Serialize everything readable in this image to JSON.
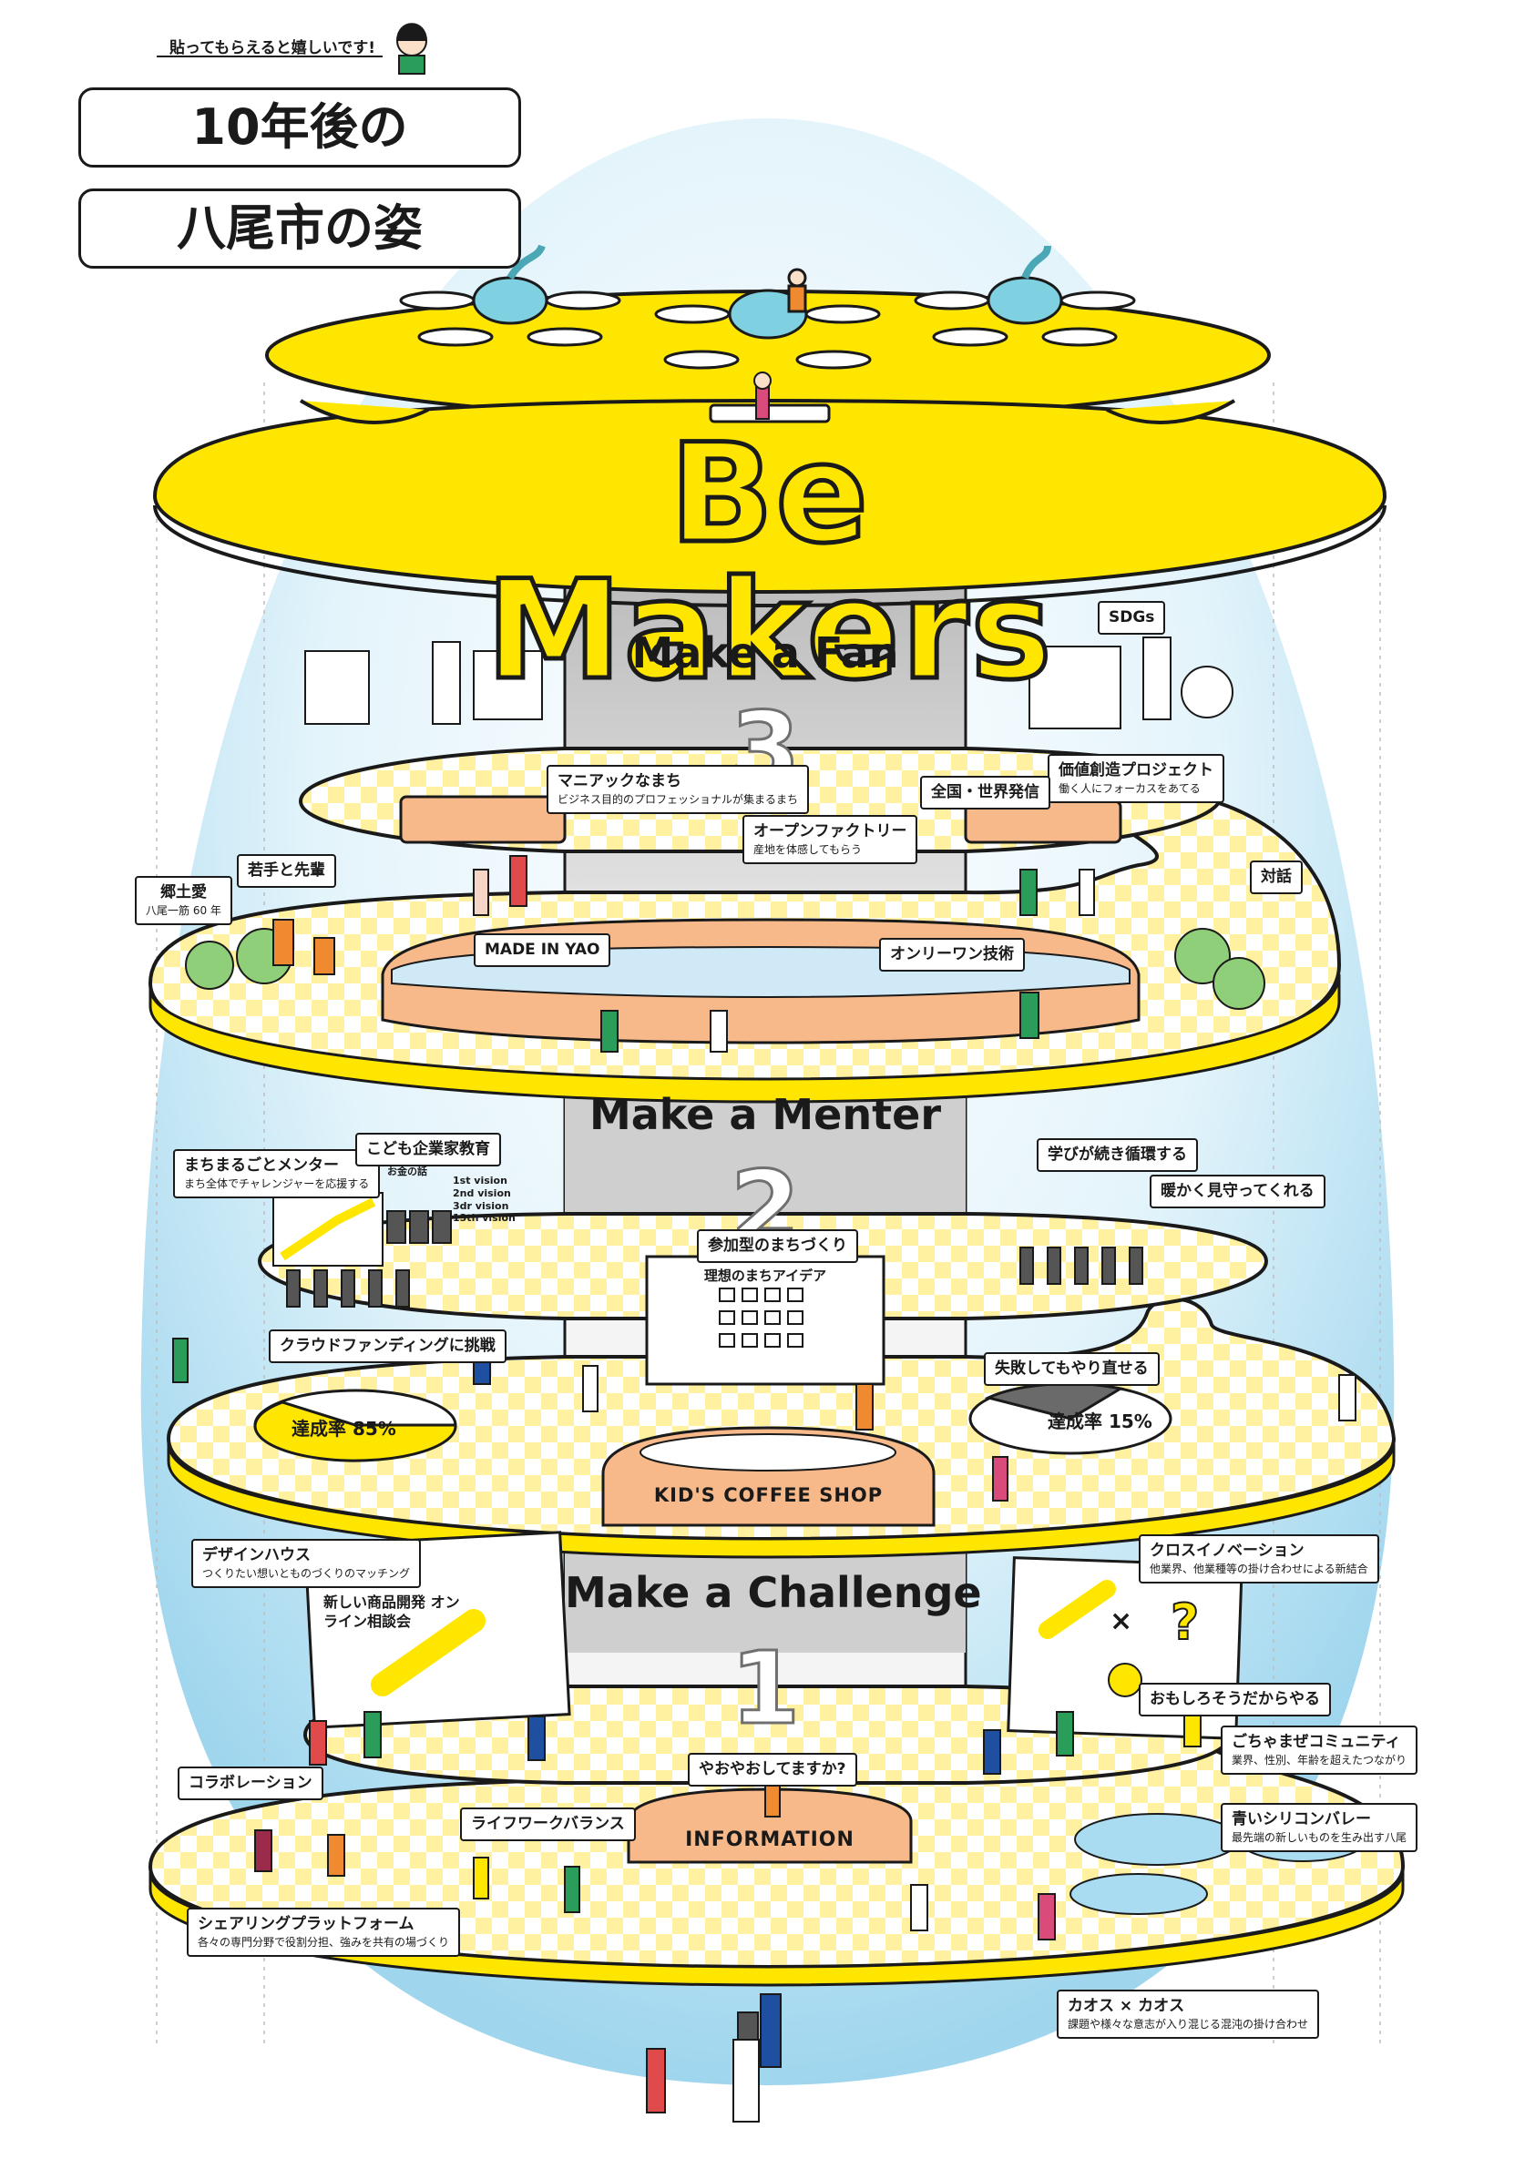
{
  "header": {
    "note": "貼ってもらえると嬉しいです!",
    "title_line1": "10年後の",
    "title_line2": "八尾市の姿"
  },
  "logo": {
    "text": "Be Makers"
  },
  "floors": [
    {
      "name": "Make a Fan",
      "number": "3"
    },
    {
      "name": "Make a Menter",
      "number": "2"
    },
    {
      "name": "Make a Challenge",
      "number": "1"
    }
  ],
  "labels": {
    "sdgs": "SDGs",
    "maniac_title": "マニアックなまち",
    "maniac_sub": "ビジネス目的のプロフェッショナルが集まるまち",
    "value_title": "価値創造プロジェクト",
    "value_sub": "働く人にフォーカスをあてる",
    "global": "全国・世界発信",
    "open_factory_title": "オープンファクトリー",
    "open_factory_sub": "産地を体感してもらう",
    "young_senior": "若手と先輩",
    "kyodo_title": "郷土愛",
    "kyodo_sub": "八尾一筋 60 年",
    "dialogue": "対話",
    "made_in_yao": "MADE IN YAO",
    "only_one": "オンリーワン技術",
    "town_mentor_title": "まちまるごとメンター",
    "town_mentor_sub": "まち全体でチャレンジャーを応援する",
    "kids_edu": "こども企業家教育",
    "learning_cycle": "学びが続き循環する",
    "warm_watch": "暖かく見守ってくれる",
    "participatory": "参加型のまちづくり",
    "ideal_ideas": "理想のまちアイデア",
    "crowdfunding": "クラウドファンディングに挑戦",
    "achieve_85": "達成率 85%",
    "retry": "失敗してもやり直せる",
    "achieve_15": "達成率 15%",
    "kids_coffee": "KID'S COFFEE SHOP",
    "design_house_title": "デザインハウス",
    "design_house_sub": "つくりたい想いとものづくりのマッチング",
    "new_product": "新しい商品開発 オンライン相談会",
    "cross_innovation_title": "クロスイノベーション",
    "cross_innovation_sub": "他業界、他業種等の掛け合わせによる新結合",
    "interesting": "おもしろそうだからやる",
    "mixed_community_title": "ごちゃまぜコミュニティ",
    "mixed_community_sub": "業界、性別、年齢を超えたつながり",
    "collaboration": "コラボレーション",
    "lifework": "ライフワークバランス",
    "greeting": "やおやおしてますか?",
    "information": "INFORMATION",
    "blue_silicon_title": "青いシリコンバレー",
    "blue_silicon_sub": "最先端の新しいものを生み出す八尾",
    "sharing_title": "シェアリングプラットフォーム",
    "sharing_sub": "各々の専門分野で役割分担、強みを共有の場づくり",
    "chaos_title": "カオス × カオス",
    "chaos_sub": "課題や様々な意志が入り混じる混沌の掛け合わせ"
  },
  "chart_words": [
    "お金の話",
    "1st vision",
    "2nd vision",
    "3dr vision",
    "13th vision"
  ],
  "colors": {
    "yellow": "#ffe600",
    "sky": "#a9dcf0",
    "checker": "#fff3a6",
    "column": "#d5d5d5",
    "orange_counter": "#f7b98a",
    "ink": "#1a1a1a"
  }
}
